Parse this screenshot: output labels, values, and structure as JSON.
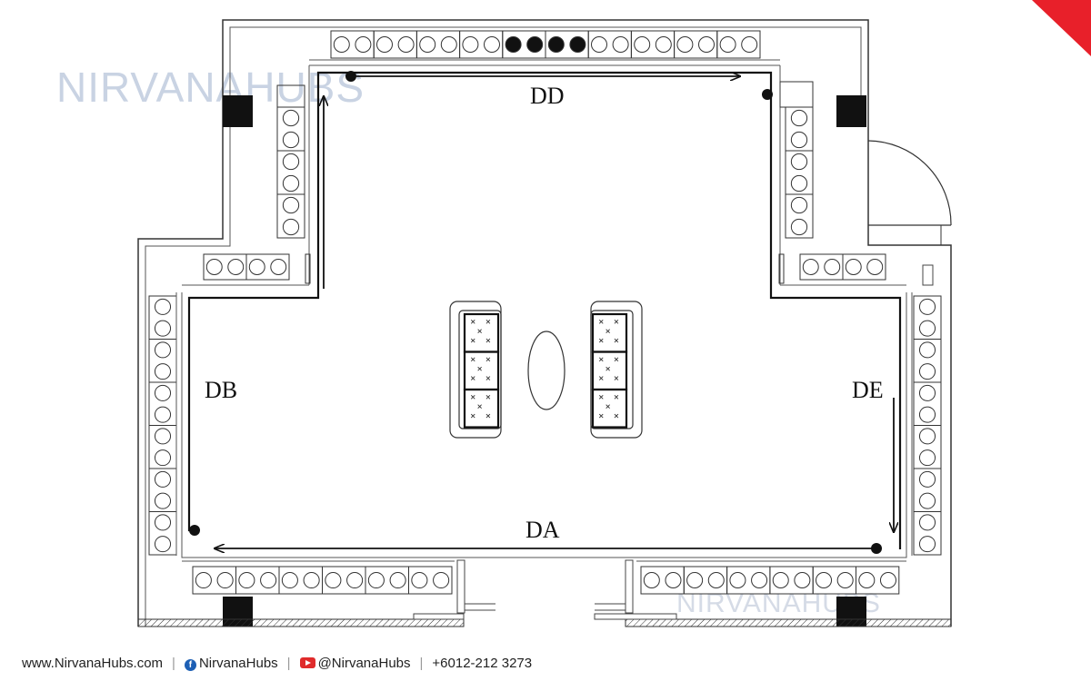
{
  "brand": {
    "watermark_main": "NIRVANAHUBS",
    "watermark_small": "NIRVANAHUBS",
    "accent_color": "#e03a3e",
    "muted_color": "#c9d3e3"
  },
  "diagram": {
    "labels": {
      "dd": "DD",
      "db": "DB",
      "de": "DE",
      "da": "DA"
    }
  },
  "footer": {
    "website": "www.NirvanaHubs.com",
    "facebook": "NirvanaHubs",
    "youtube": "@NirvanaHubs",
    "phone": "+6012-212 3273",
    "separator": "|"
  }
}
